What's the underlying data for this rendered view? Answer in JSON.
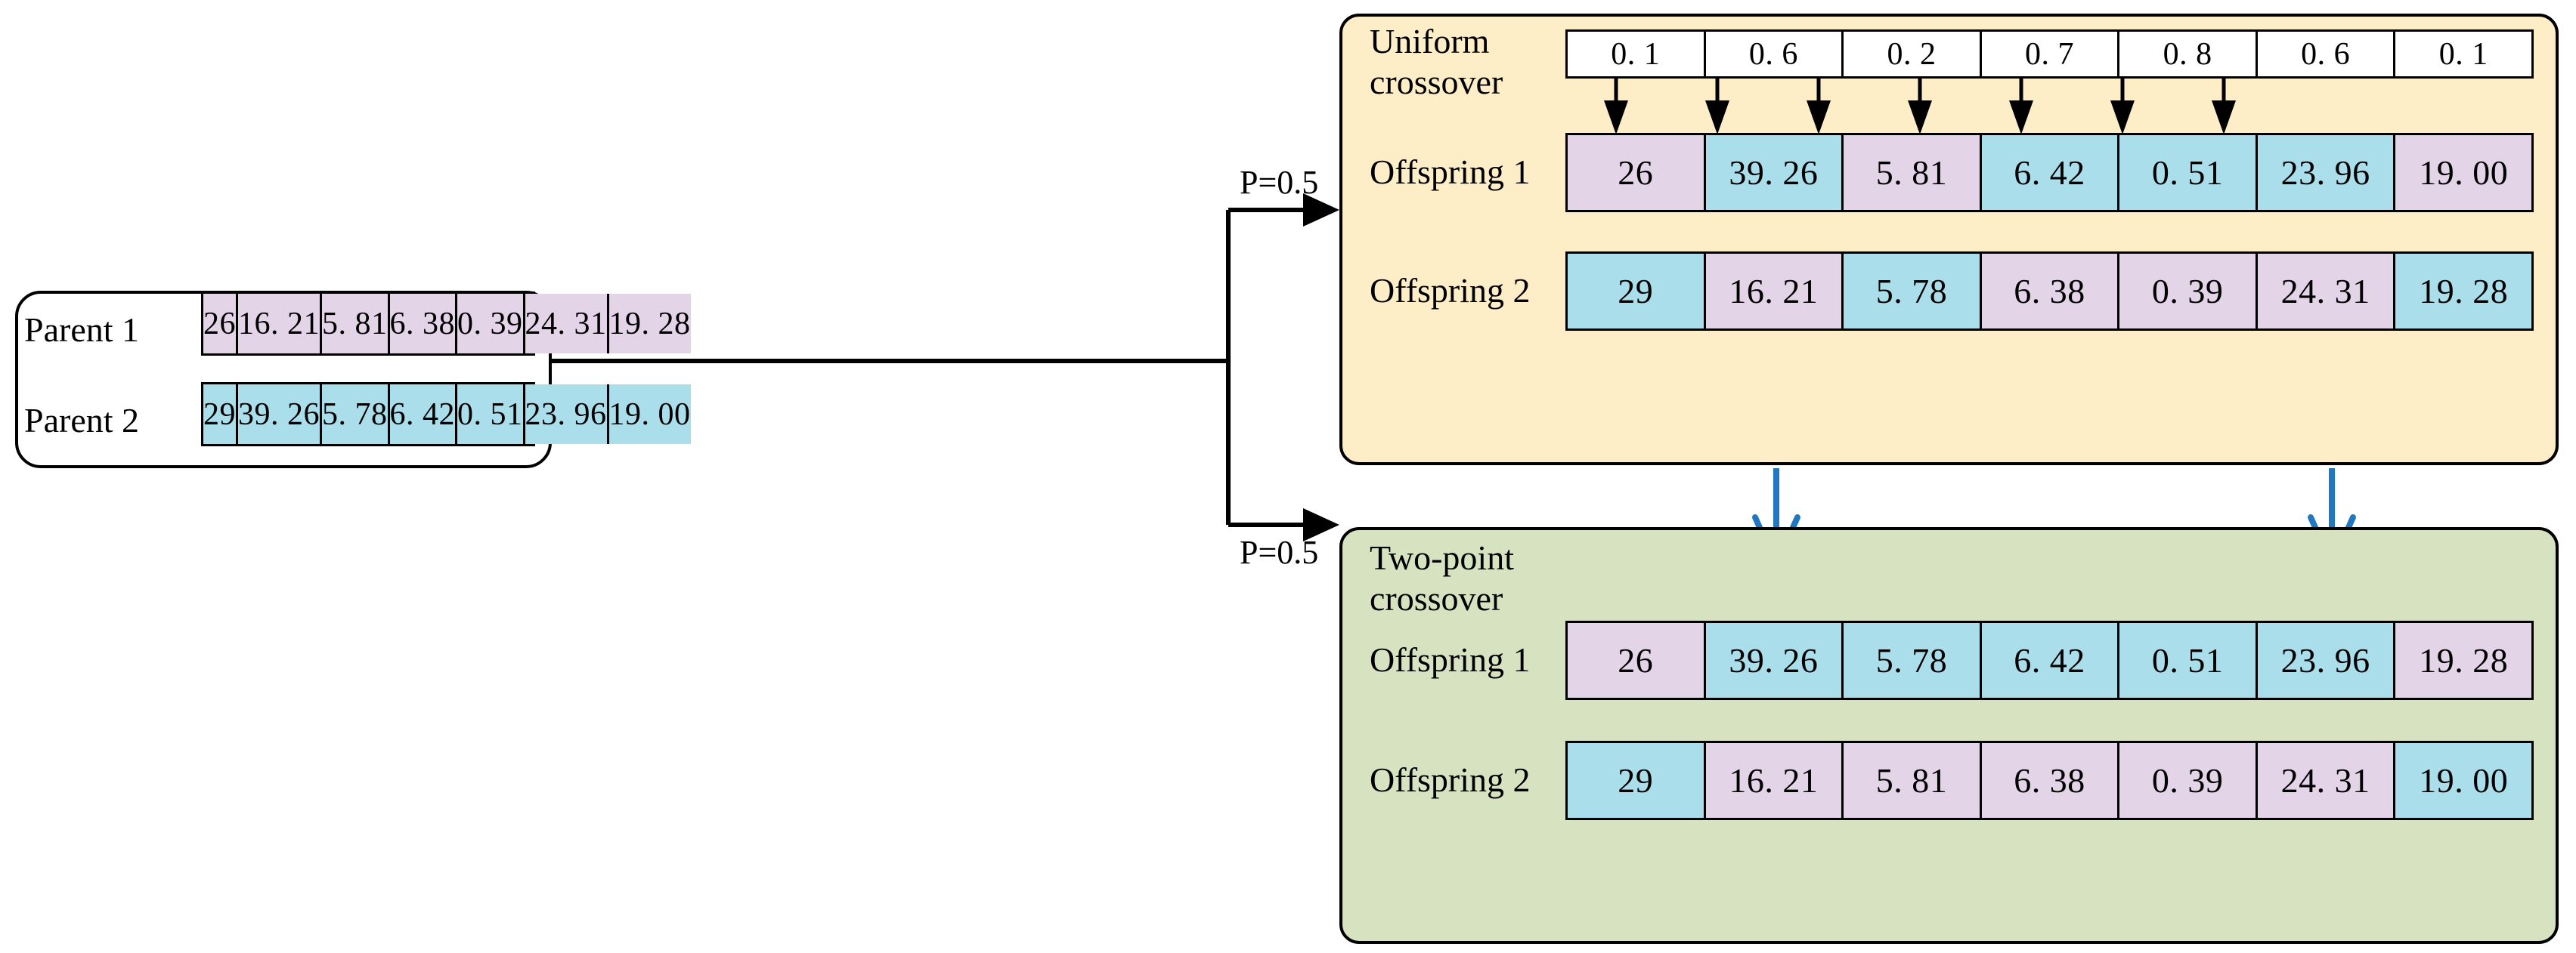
{
  "diagram": {
    "title_semantic": "crossover-operators",
    "colors": {
      "parent1_fill": "#e3d4e8",
      "parent2_fill": "#aadeeb",
      "uniform_panel_fill": "#fdeec8",
      "twopoint_panel_fill": "#d7e3c0",
      "random_cell_fill": "#ffffff",
      "stroke": "#000000",
      "blue_arrow": "#1f78c1"
    }
  },
  "parents": {
    "rows": [
      {
        "label": "Parent 1",
        "source": "parent1",
        "values": [
          "26",
          "16. 21",
          "5. 81",
          "6. 38",
          "0. 39",
          "24. 31",
          "19. 28"
        ]
      },
      {
        "label": "Parent 2",
        "source": "parent2",
        "values": [
          "29",
          "39. 26",
          "5. 78",
          "6. 42",
          "0. 51",
          "23. 96",
          "19. 00"
        ]
      }
    ]
  },
  "branch": {
    "upper_probability": "P=0.5",
    "lower_probability": "P=0.5"
  },
  "uniform": {
    "title_line1": "Uniform",
    "title_line2": "crossover",
    "random_numbers": [
      "0. 1",
      "0. 6",
      "0. 2",
      "0. 7",
      "0. 8",
      "0. 6",
      "0. 1"
    ],
    "rows": [
      {
        "label": "Offspring 1",
        "values": [
          "26",
          "39. 26",
          "5. 81",
          "6. 42",
          "0. 51",
          "23. 96",
          "19. 00"
        ],
        "origins": [
          "parent1",
          "parent2",
          "parent1",
          "parent2",
          "parent2",
          "parent2",
          "parent1"
        ]
      },
      {
        "label": "Offspring 2",
        "values": [
          "29",
          "16. 21",
          "5. 78",
          "6. 38",
          "0. 39",
          "24. 31",
          "19. 28"
        ],
        "origins": [
          "parent2",
          "parent1",
          "parent2",
          "parent1",
          "parent1",
          "parent1",
          "parent2"
        ]
      }
    ]
  },
  "twopoint": {
    "title_line1": "Two-point",
    "title_line2": "crossover",
    "rows": [
      {
        "label": "Offspring 1",
        "values": [
          "26",
          "39. 26",
          "5. 78",
          "6. 42",
          "0. 51",
          "23. 96",
          "19. 28"
        ],
        "origins": [
          "parent1",
          "parent2",
          "parent2",
          "parent2",
          "parent2",
          "parent2",
          "parent1"
        ]
      },
      {
        "label": "Offspring 2",
        "values": [
          "29",
          "16. 21",
          "5. 81",
          "6. 38",
          "0. 39",
          "24. 31",
          "19. 00"
        ],
        "origins": [
          "parent2",
          "parent1",
          "parent1",
          "parent1",
          "parent1",
          "parent1",
          "parent2"
        ]
      }
    ]
  }
}
